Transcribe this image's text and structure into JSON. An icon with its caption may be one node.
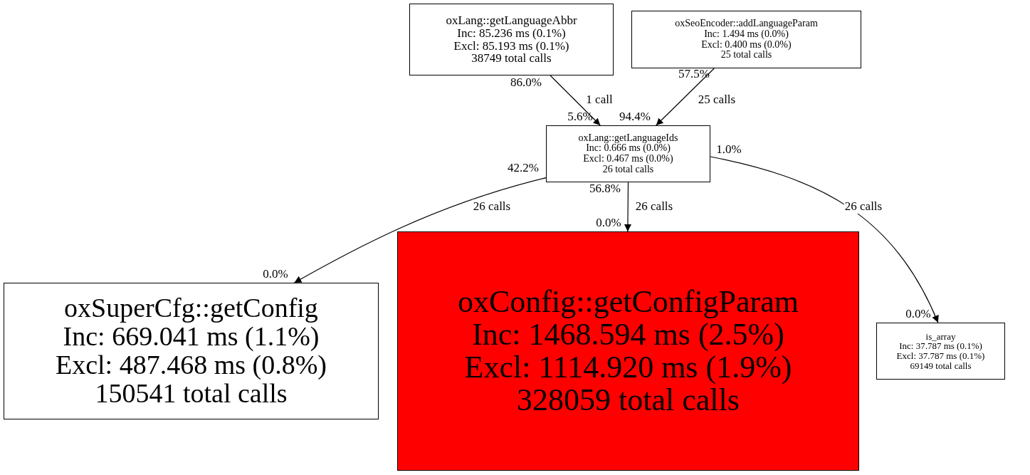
{
  "diagram": {
    "nodes": [
      {
        "text": [
          "oxLang::getLanguageAbbr",
          "Inc: 85.236 ms (0.1%)",
          "Excl: 85.193 ms (0.1%)",
          "38749 total calls"
        ]
      },
      {
        "text": [
          "oxSeoEncoder::addLanguageParam",
          "Inc: 1.494 ms (0.0%)",
          "Excl: 0.400 ms (0.0%)",
          "25 total calls"
        ]
      },
      {
        "text": [
          "oxLang::getLanguageIds",
          "Inc: 0.666 ms (0.0%)",
          "Excl: 0.467 ms (0.0%)",
          "26 total calls"
        ]
      },
      {
        "text": [
          "oxSuperCfg::getConfig",
          "Inc: 669.041 ms (1.1%)",
          "Excl: 487.468 ms (0.8%)",
          "150541 total calls"
        ]
      },
      {
        "text": [
          "oxConfig::getConfigParam",
          "Inc: 1468.594 ms (2.5%)",
          "Excl: 1114.920 ms (1.9%)",
          "328059 total calls"
        ]
      },
      {
        "text": [
          "is_array",
          "Inc: 37.787 ms (0.1%)",
          "Excl: 37.787 ms (0.1%)",
          "69149 total calls"
        ]
      }
    ],
    "edges": [
      {
        "from": 0,
        "to": 2,
        "arrow": "to",
        "label": "1 call"
      },
      {
        "from": 1,
        "to": 2,
        "arrow": "to",
        "label": "25 calls"
      },
      {
        "from": 2,
        "to": 3,
        "arrow": "to",
        "label": "26 calls"
      },
      {
        "from": 2,
        "to": 4,
        "arrow": "to",
        "label": "26 calls"
      },
      {
        "from": 2,
        "to": 5,
        "arrow": "to",
        "label": "26 calls"
      }
    ],
    "labels": [
      "86.0%",
      "57.5%",
      "5.6%",
      "94.4%",
      "42.2%",
      "1.0%",
      "56.8%",
      "0.0%",
      "0.0%",
      "0.0%"
    ]
  }
}
